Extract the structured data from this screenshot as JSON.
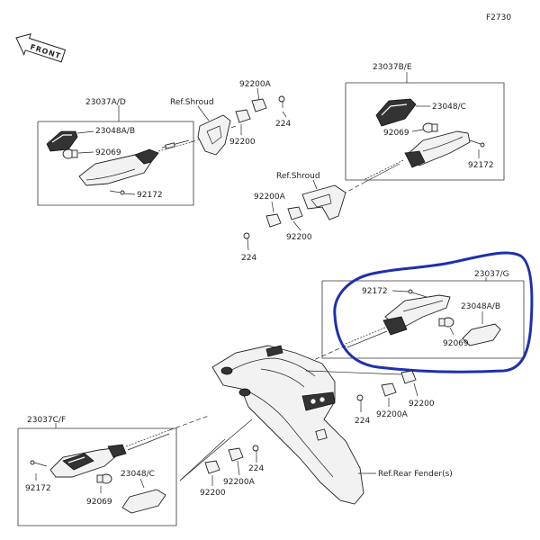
{
  "diagram_code": "F2730",
  "front_label": "FRONT",
  "labels": {
    "g1_assy": "23037A/D",
    "g1_lens": "23048A/B",
    "g1_bulb": "92069",
    "g1_screw": "92172",
    "shroud_a": "Ref.Shroud",
    "mid_92200a": "92200A",
    "mid_224": "224",
    "mid_92200": "92200",
    "g2_assy": "23037B/E",
    "g2_lens": "23048/C",
    "g2_bulb": "92069",
    "g2_screw": "92172",
    "shroud_b": "Ref.Shroud",
    "mid2_92200a": "92200A",
    "mid2_92200": "92200",
    "mid2_224": "224",
    "g3_assy": "23037/G",
    "g3_screw": "92172",
    "g3_lens": "23048A/B",
    "g3_bulb": "92069",
    "r_92200": "92200",
    "r_224": "224",
    "r_92200a": "92200A",
    "fender": "Ref.Rear Fender(s)",
    "g4_assy": "23037C/F",
    "g4_lens": "23048/C",
    "g4_screw": "92172",
    "g4_bulb": "92069",
    "b_224": "224",
    "b_92200a": "92200A",
    "b_92200": "92200"
  },
  "colors": {
    "highlight": "#1e2fb0",
    "ink": "#222222"
  }
}
